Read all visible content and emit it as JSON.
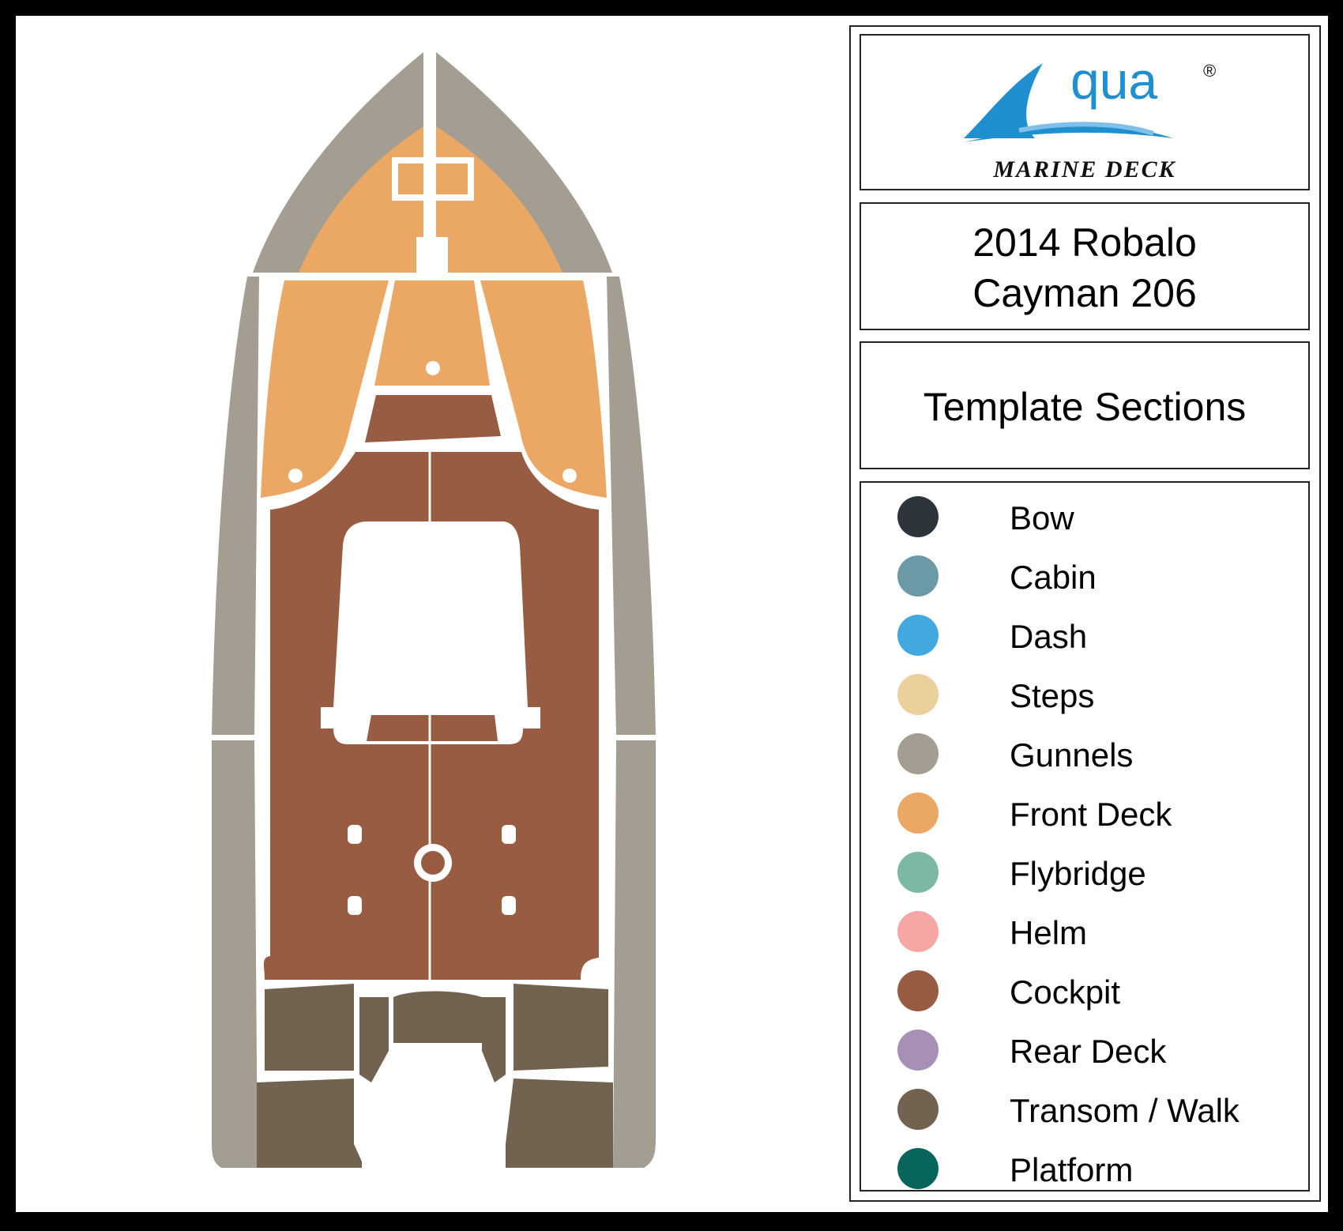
{
  "logo": {
    "brand": "qua",
    "registered": "®",
    "subtitle": "MARINE DECK"
  },
  "title": {
    "line1": "2014 Robalo",
    "line2": "Cayman 206"
  },
  "sections_heading": "Template Sections",
  "legend": [
    {
      "label": "Bow",
      "color": "#2e343c"
    },
    {
      "label": "Cabin",
      "color": "#6b9aa7"
    },
    {
      "label": "Dash",
      "color": "#41a9de"
    },
    {
      "label": "Steps",
      "color": "#ecd09c"
    },
    {
      "label": "Gunnels",
      "color": "#a39e91"
    },
    {
      "label": "Front Deck",
      "color": "#eba864"
    },
    {
      "label": "Flybridge",
      "color": "#7db8a3"
    },
    {
      "label": "Helm",
      "color": "#f7a6a6"
    },
    {
      "label": "Cockpit",
      "color": "#985c42"
    },
    {
      "label": "Rear Deck",
      "color": "#a690b5"
    },
    {
      "label": "Transom / Walk",
      "color": "#726250"
    },
    {
      "label": "Platform",
      "color": "#08655b"
    }
  ],
  "deck_colors": {
    "gunnels": "#a39e91",
    "front_deck": "#eba864",
    "cockpit": "#985c42",
    "transom": "#726250",
    "logo_blue": "#1f8fd0"
  }
}
